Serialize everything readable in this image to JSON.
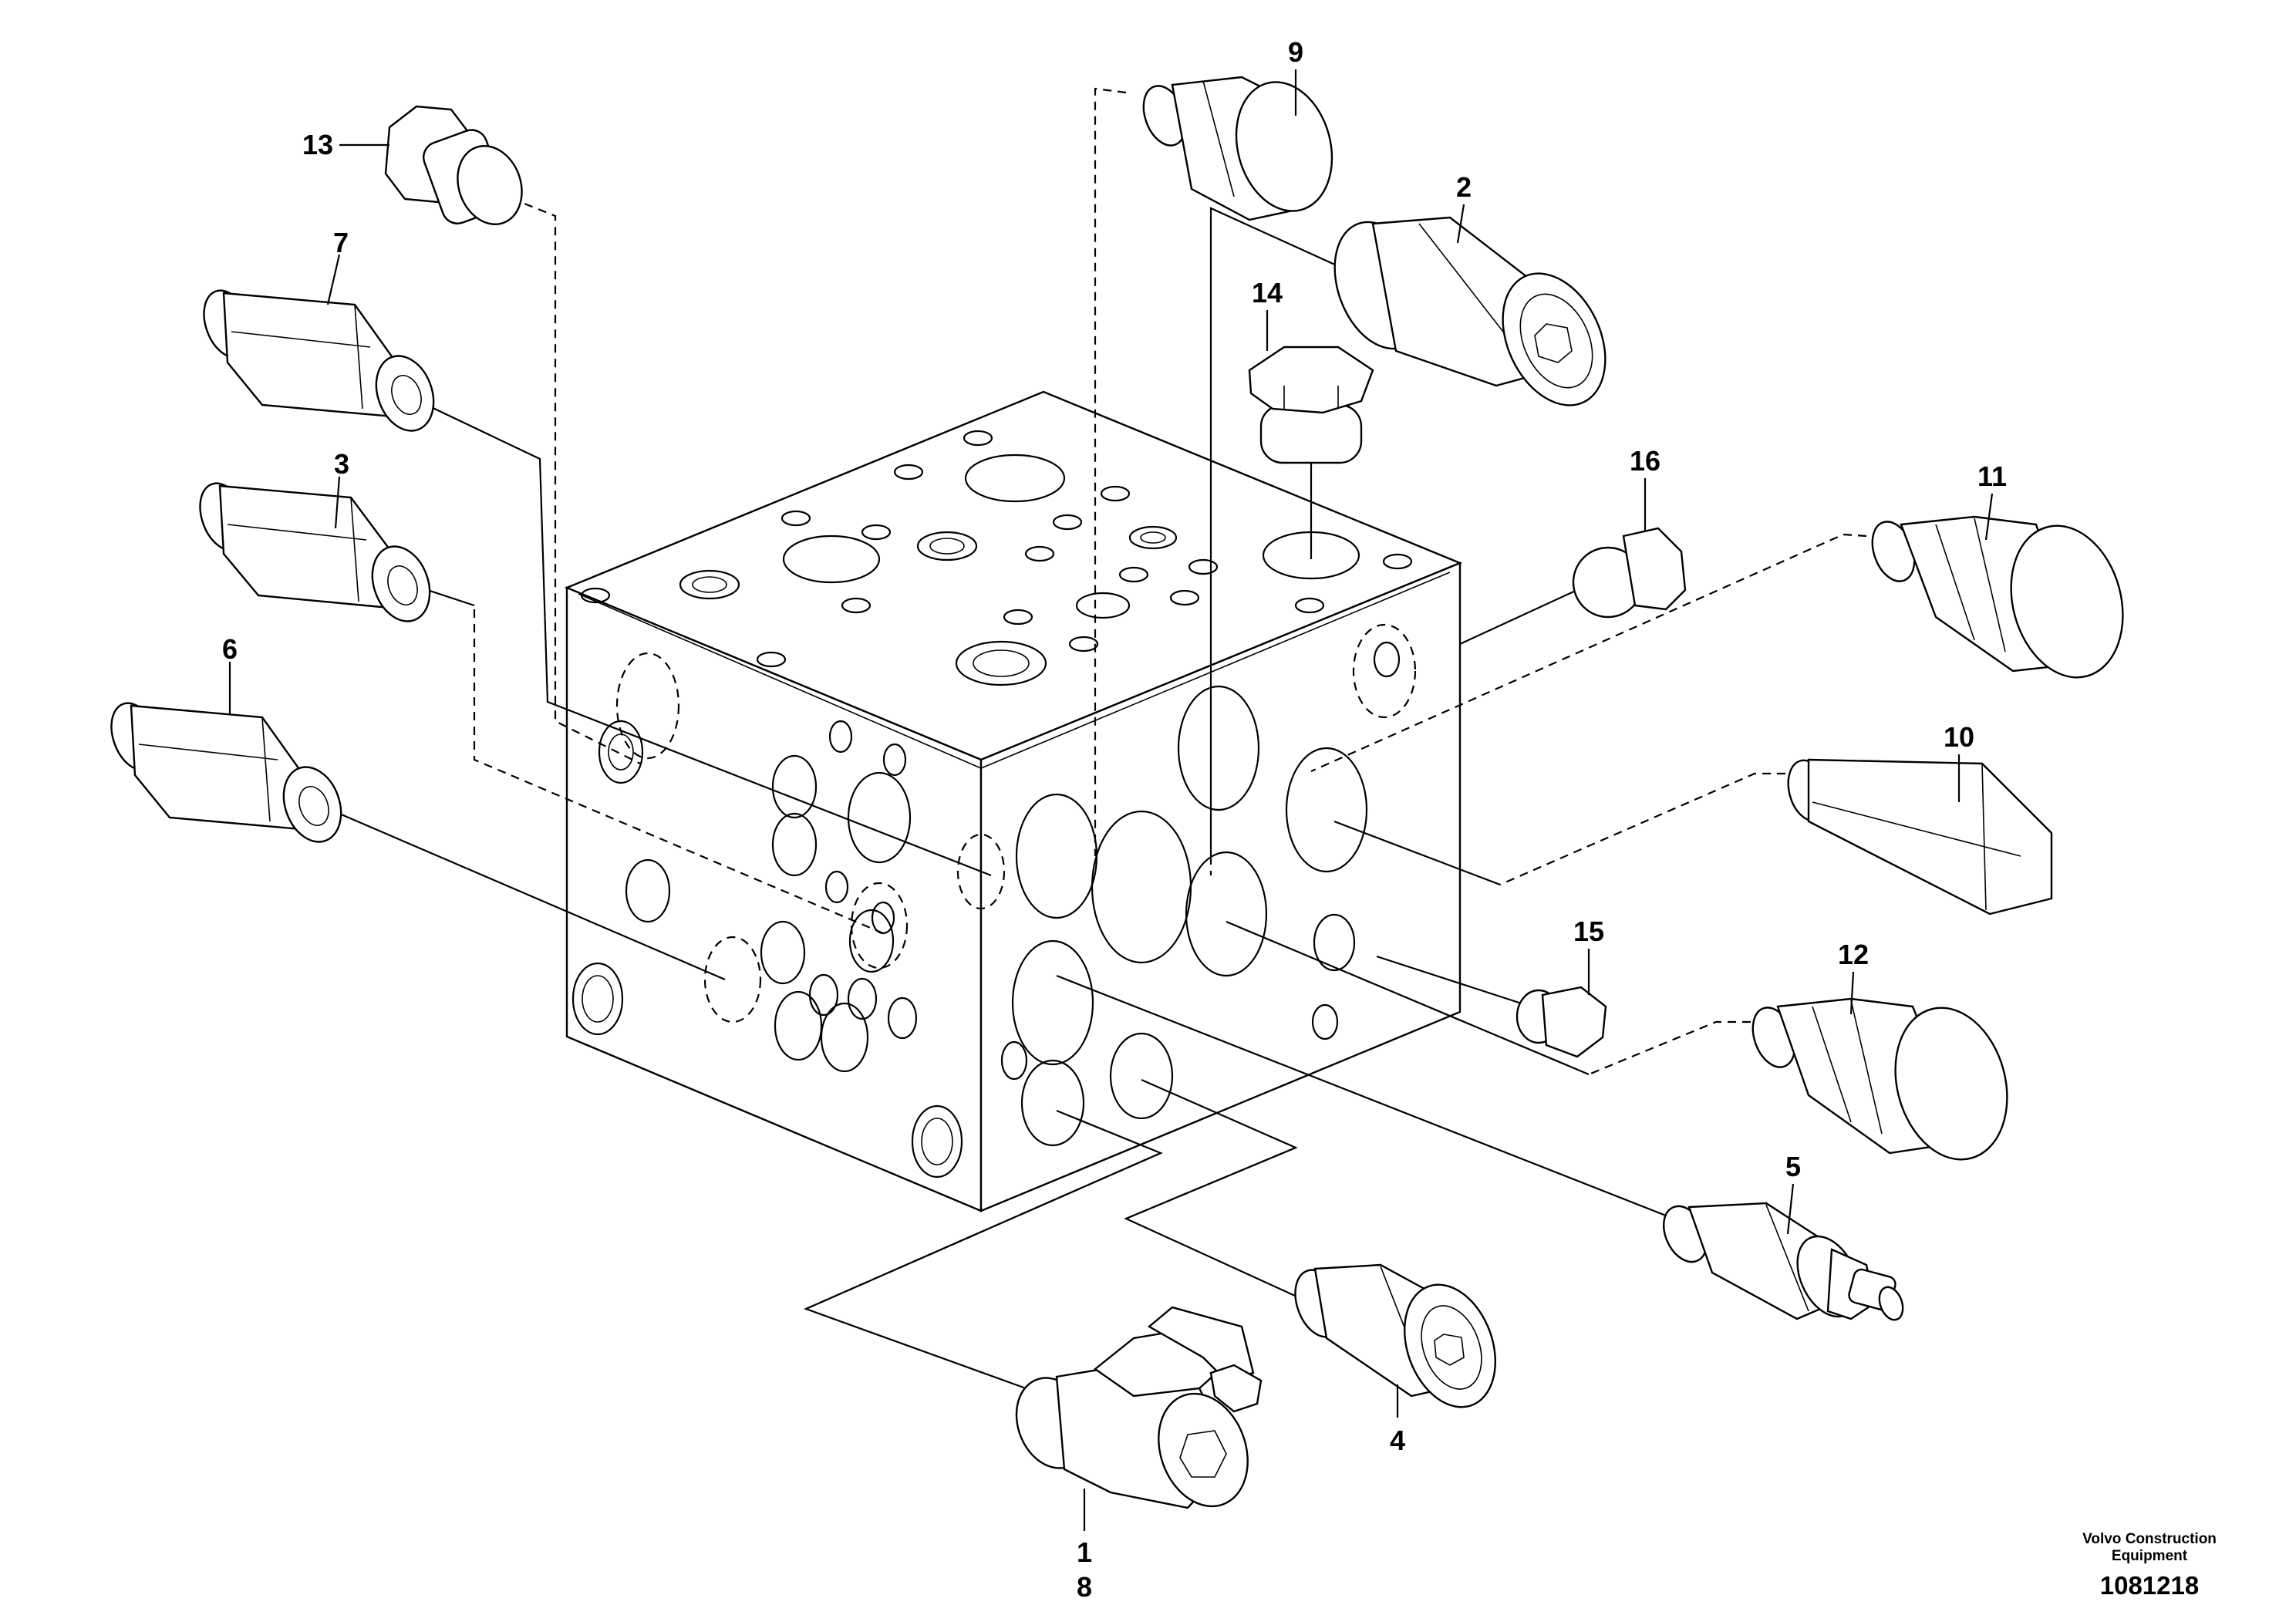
{
  "callouts": [
    {
      "id": "1",
      "text": "1"
    },
    {
      "id": "2",
      "text": "2"
    },
    {
      "id": "3",
      "text": "3"
    },
    {
      "id": "4",
      "text": "4"
    },
    {
      "id": "5",
      "text": "5"
    },
    {
      "id": "6",
      "text": "6"
    },
    {
      "id": "7",
      "text": "7"
    },
    {
      "id": "8",
      "text": "8"
    },
    {
      "id": "9",
      "text": "9"
    },
    {
      "id": "10",
      "text": "10"
    },
    {
      "id": "11",
      "text": "11"
    },
    {
      "id": "12",
      "text": "12"
    },
    {
      "id": "13",
      "text": "13"
    },
    {
      "id": "14",
      "text": "14"
    },
    {
      "id": "15",
      "text": "15"
    },
    {
      "id": "16",
      "text": "16"
    }
  ],
  "footer": {
    "company_line1": "Volvo Construction",
    "company_line2": "Equipment",
    "drawing_number": "1081218"
  },
  "colors": {
    "ink": "#000000",
    "paper": "#ffffff"
  }
}
